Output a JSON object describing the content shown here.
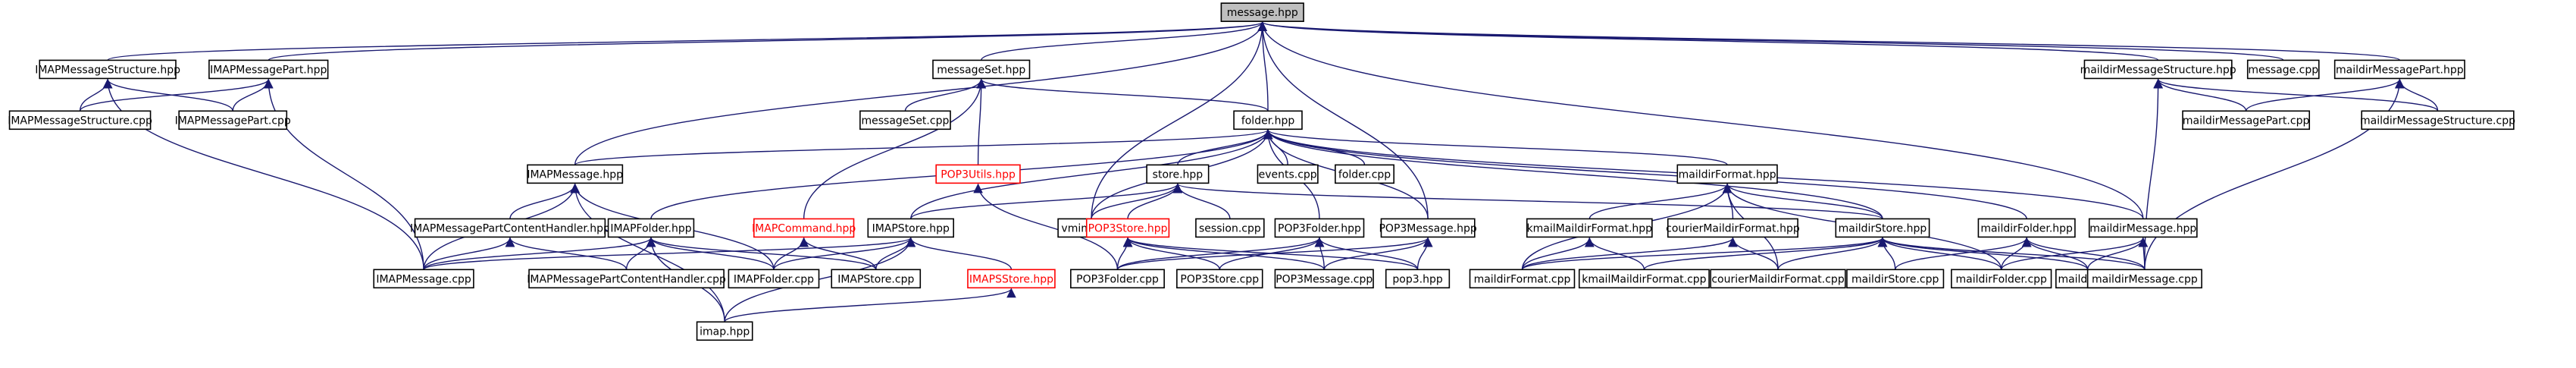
{
  "graph": {
    "edge_color": "#191970",
    "missing_node_color": "#ff0000",
    "root_fill": "#bfbfbf",
    "nodes": [
      {
        "id": "message_hpp",
        "label": "message.hpp",
        "root": true
      },
      {
        "id": "IMAPMessageStructure_hpp",
        "label": "IMAPMessageStructure.hpp"
      },
      {
        "id": "IMAPMessagePart_hpp",
        "label": "IMAPMessagePart.hpp"
      },
      {
        "id": "messageSet_hpp",
        "label": "messageSet.hpp"
      },
      {
        "id": "maildirMessageStructure_hpp",
        "label": "maildirMessageStructure.hpp"
      },
      {
        "id": "message_cpp",
        "label": "message.cpp"
      },
      {
        "id": "maildirMessagePart_hpp",
        "label": "maildirMessagePart.hpp"
      },
      {
        "id": "IMAPMessageStructure_cpp",
        "label": "IMAPMessageStructure.cpp"
      },
      {
        "id": "IMAPMessagePart_cpp",
        "label": "IMAPMessagePart.cpp"
      },
      {
        "id": "messageSet_cpp",
        "label": "messageSet.cpp"
      },
      {
        "id": "folder_hpp",
        "label": "folder.hpp"
      },
      {
        "id": "maildirMessagePart_cpp",
        "label": "maildirMessagePart.cpp"
      },
      {
        "id": "maildirMessageStructure_cpp",
        "label": "maildirMessageStructure.cpp"
      },
      {
        "id": "IMAPMessage_hpp",
        "label": "IMAPMessage.hpp"
      },
      {
        "id": "POP3Utils_hpp",
        "label": "POP3Utils.hpp",
        "missing": true
      },
      {
        "id": "store_hpp",
        "label": "store.hpp"
      },
      {
        "id": "events_cpp",
        "label": "events.cpp"
      },
      {
        "id": "folder_cpp",
        "label": "folder.cpp"
      },
      {
        "id": "maildirFormat_hpp",
        "label": "maildirFormat.hpp"
      },
      {
        "id": "IMAPMessagePartContentHandler_hpp",
        "label": "IMAPMessagePartContentHandler.hpp"
      },
      {
        "id": "IMAPFolder_hpp",
        "label": "IMAPFolder.hpp"
      },
      {
        "id": "IMAPCommand_hpp",
        "label": "IMAPCommand.hpp",
        "missing": true
      },
      {
        "id": "IMAPStore_hpp",
        "label": "IMAPStore.hpp"
      },
      {
        "id": "vmime_hpp",
        "label": "vmime.hpp"
      },
      {
        "id": "POP3Store_hpp",
        "label": "POP3Store.hpp",
        "missing": true
      },
      {
        "id": "session_cpp",
        "label": "session.cpp"
      },
      {
        "id": "POP3Folder_hpp",
        "label": "POP3Folder.hpp"
      },
      {
        "id": "POP3Message_hpp",
        "label": "POP3Message.hpp"
      },
      {
        "id": "kmailMaildirFormat_hpp",
        "label": "kmailMaildirFormat.hpp"
      },
      {
        "id": "courierMaildirFormat_hpp",
        "label": "courierMaildirFormat.hpp"
      },
      {
        "id": "maildirStore_hpp",
        "label": "maildirStore.hpp"
      },
      {
        "id": "maildirFolder_hpp",
        "label": "maildirFolder.hpp"
      },
      {
        "id": "maildirMessage_hpp",
        "label": "maildirMessage.hpp"
      },
      {
        "id": "IMAPMessage_cpp",
        "label": "IMAPMessage.cpp"
      },
      {
        "id": "IMAPMessagePartContentHandler_cpp",
        "label": "IMAPMessagePartContentHandler.cpp"
      },
      {
        "id": "IMAPFolder_cpp",
        "label": "IMAPFolder.cpp"
      },
      {
        "id": "IMAPStore_cpp",
        "label": "IMAPStore.cpp"
      },
      {
        "id": "IMAPSStore_hpp",
        "label": "IMAPSStore.hpp",
        "missing": true
      },
      {
        "id": "POP3Folder_cpp",
        "label": "POP3Folder.cpp"
      },
      {
        "id": "POP3Store_cpp",
        "label": "POP3Store.cpp"
      },
      {
        "id": "POP3Message_cpp",
        "label": "POP3Message.cpp"
      },
      {
        "id": "pop3_hpp",
        "label": "pop3.hpp"
      },
      {
        "id": "maildirFormat_cpp",
        "label": "maildirFormat.cpp"
      },
      {
        "id": "kmailMaildirFormat_cpp",
        "label": "kmailMaildirFormat.cpp"
      },
      {
        "id": "courierMaildirFormat_cpp",
        "label": "courierMaildirFormat.cpp"
      },
      {
        "id": "maildirStore_cpp",
        "label": "maildirStore.cpp"
      },
      {
        "id": "maildirFolder_cpp",
        "label": "maildirFolder.cpp"
      },
      {
        "id": "maildir_hpp",
        "label": "maildir.hpp"
      },
      {
        "id": "maildirMessage_cpp",
        "label": "maildirMessage.cpp"
      },
      {
        "id": "imap_hpp",
        "label": "imap.hpp"
      }
    ],
    "edges": [
      [
        "IMAPMessageStructure_hpp",
        "message_hpp"
      ],
      [
        "IMAPMessagePart_hpp",
        "message_hpp"
      ],
      [
        "messageSet_hpp",
        "message_hpp"
      ],
      [
        "folder_hpp",
        "message_hpp"
      ],
      [
        "IMAPMessage_hpp",
        "message_hpp"
      ],
      [
        "vmime_hpp",
        "message_hpp"
      ],
      [
        "POP3Message_hpp",
        "message_hpp"
      ],
      [
        "maildirMessage_hpp",
        "message_hpp"
      ],
      [
        "maildirMessageStructure_hpp",
        "message_hpp"
      ],
      [
        "message_cpp",
        "message_hpp"
      ],
      [
        "maildirMessagePart_hpp",
        "message_hpp"
      ],
      [
        "IMAPMessageStructure_cpp",
        "IMAPMessageStructure_hpp"
      ],
      [
        "IMAPMessagePart_cpp",
        "IMAPMessageStructure_hpp"
      ],
      [
        "IMAPMessage_cpp",
        "IMAPMessageStructure_hpp"
      ],
      [
        "IMAPMessageStructure_cpp",
        "IMAPMessagePart_hpp"
      ],
      [
        "IMAPMessagePart_cpp",
        "IMAPMessagePart_hpp"
      ],
      [
        "IMAPMessage_cpp",
        "IMAPMessagePart_hpp"
      ],
      [
        "messageSet_cpp",
        "messageSet_hpp"
      ],
      [
        "folder_hpp",
        "messageSet_hpp"
      ],
      [
        "POP3Utils_hpp",
        "messageSet_hpp"
      ],
      [
        "IMAPCommand_hpp",
        "messageSet_hpp"
      ],
      [
        "maildirMessagePart_cpp",
        "maildirMessageStructure_hpp"
      ],
      [
        "maildirMessageStructure_cpp",
        "maildirMessageStructure_hpp"
      ],
      [
        "maildirMessage_cpp",
        "maildirMessageStructure_hpp"
      ],
      [
        "maildirMessagePart_cpp",
        "maildirMessagePart_hpp"
      ],
      [
        "maildirMessageStructure_cpp",
        "maildirMessagePart_hpp"
      ],
      [
        "maildirMessage_cpp",
        "maildirMessagePart_hpp"
      ],
      [
        "IMAPMessage_hpp",
        "folder_hpp"
      ],
      [
        "store_hpp",
        "folder_hpp"
      ],
      [
        "events_cpp",
        "folder_hpp"
      ],
      [
        "folder_cpp",
        "folder_hpp"
      ],
      [
        "maildirFormat_hpp",
        "folder_hpp"
      ],
      [
        "IMAPFolder_hpp",
        "folder_hpp"
      ],
      [
        "IMAPStore_hpp",
        "folder_hpp"
      ],
      [
        "vmime_hpp",
        "folder_hpp"
      ],
      [
        "POP3Folder_hpp",
        "folder_hpp"
      ],
      [
        "POP3Message_hpp",
        "folder_hpp"
      ],
      [
        "maildirStore_hpp",
        "folder_hpp"
      ],
      [
        "maildirFolder_hpp",
        "folder_hpp"
      ],
      [
        "maildirMessage_hpp",
        "folder_hpp"
      ],
      [
        "IMAPMessagePartContentHandler_hpp",
        "IMAPMessage_hpp"
      ],
      [
        "IMAPMessage_cpp",
        "IMAPMessage_hpp"
      ],
      [
        "IMAPFolder_cpp",
        "IMAPMessage_hpp"
      ],
      [
        "imap_hpp",
        "IMAPMessage_hpp"
      ],
      [
        "POP3Folder_cpp",
        "POP3Utils_hpp"
      ],
      [
        "IMAPStore_hpp",
        "store_hpp"
      ],
      [
        "vmime_hpp",
        "store_hpp"
      ],
      [
        "POP3Store_hpp",
        "store_hpp"
      ],
      [
        "session_cpp",
        "store_hpp"
      ],
      [
        "maildirStore_hpp",
        "store_hpp"
      ],
      [
        "kmailMaildirFormat_hpp",
        "maildirFormat_hpp"
      ],
      [
        "courierMaildirFormat_hpp",
        "maildirFormat_hpp"
      ],
      [
        "maildirStore_hpp",
        "maildirFormat_hpp"
      ],
      [
        "maildirFormat_cpp",
        "maildirFormat_hpp"
      ],
      [
        "maildirFolder_cpp",
        "maildirFormat_hpp"
      ],
      [
        "courierMaildirFormat_cpp",
        "maildirFormat_hpp"
      ],
      [
        "IMAPMessage_cpp",
        "IMAPMessagePartContentHandler_hpp"
      ],
      [
        "IMAPMessagePartContentHandler_cpp",
        "IMAPMessagePartContentHandler_hpp"
      ],
      [
        "IMAPMessage_cpp",
        "IMAPFolder_hpp"
      ],
      [
        "IMAPMessagePartContentHandler_cpp",
        "IMAPFolder_hpp"
      ],
      [
        "IMAPFolder_cpp",
        "IMAPFolder_hpp"
      ],
      [
        "IMAPStore_cpp",
        "IMAPFolder_hpp"
      ],
      [
        "imap_hpp",
        "IMAPFolder_hpp"
      ],
      [
        "IMAPFolder_cpp",
        "IMAPCommand_hpp"
      ],
      [
        "IMAPStore_cpp",
        "IMAPCommand_hpp"
      ],
      [
        "IMAPMessage_cpp",
        "IMAPStore_hpp"
      ],
      [
        "IMAPFolder_cpp",
        "IMAPStore_hpp"
      ],
      [
        "IMAPStore_cpp",
        "IMAPStore_hpp"
      ],
      [
        "IMAPSStore_hpp",
        "IMAPStore_hpp"
      ],
      [
        "imap_hpp",
        "IMAPStore_hpp"
      ],
      [
        "POP3Folder_cpp",
        "POP3Store_hpp"
      ],
      [
        "POP3Store_cpp",
        "POP3Store_hpp"
      ],
      [
        "POP3Message_cpp",
        "POP3Store_hpp"
      ],
      [
        "pop3_hpp",
        "POP3Store_hpp"
      ],
      [
        "POP3Folder_cpp",
        "POP3Folder_hpp"
      ],
      [
        "POP3Store_cpp",
        "POP3Folder_hpp"
      ],
      [
        "POP3Message_cpp",
        "POP3Folder_hpp"
      ],
      [
        "pop3_hpp",
        "POP3Folder_hpp"
      ],
      [
        "POP3Folder_cpp",
        "POP3Message_hpp"
      ],
      [
        "POP3Message_cpp",
        "POP3Message_hpp"
      ],
      [
        "pop3_hpp",
        "POP3Message_hpp"
      ],
      [
        "kmailMaildirFormat_cpp",
        "kmailMaildirFormat_hpp"
      ],
      [
        "maildirFormat_cpp",
        "kmailMaildirFormat_hpp"
      ],
      [
        "courierMaildirFormat_cpp",
        "courierMaildirFormat_hpp"
      ],
      [
        "maildirFormat_cpp",
        "courierMaildirFormat_hpp"
      ],
      [
        "maildirFormat_cpp",
        "maildirStore_hpp"
      ],
      [
        "kmailMaildirFormat_cpp",
        "maildirStore_hpp"
      ],
      [
        "courierMaildirFormat_cpp",
        "maildirStore_hpp"
      ],
      [
        "maildirStore_cpp",
        "maildirStore_hpp"
      ],
      [
        "maildirFolder_cpp",
        "maildirStore_hpp"
      ],
      [
        "maildir_hpp",
        "maildirStore_hpp"
      ],
      [
        "maildirMessage_cpp",
        "maildirStore_hpp"
      ],
      [
        "maildirStore_cpp",
        "maildirFolder_hpp"
      ],
      [
        "maildirFolder_cpp",
        "maildirFolder_hpp"
      ],
      [
        "maildir_hpp",
        "maildirFolder_hpp"
      ],
      [
        "maildirMessage_cpp",
        "maildirFolder_hpp"
      ],
      [
        "maildirFolder_cpp",
        "maildirMessage_hpp"
      ],
      [
        "maildir_hpp",
        "maildirMessage_hpp"
      ],
      [
        "maildirMessage_cpp",
        "maildirMessage_hpp"
      ],
      [
        "imap_hpp",
        "IMAPSStore_hpp"
      ]
    ]
  }
}
